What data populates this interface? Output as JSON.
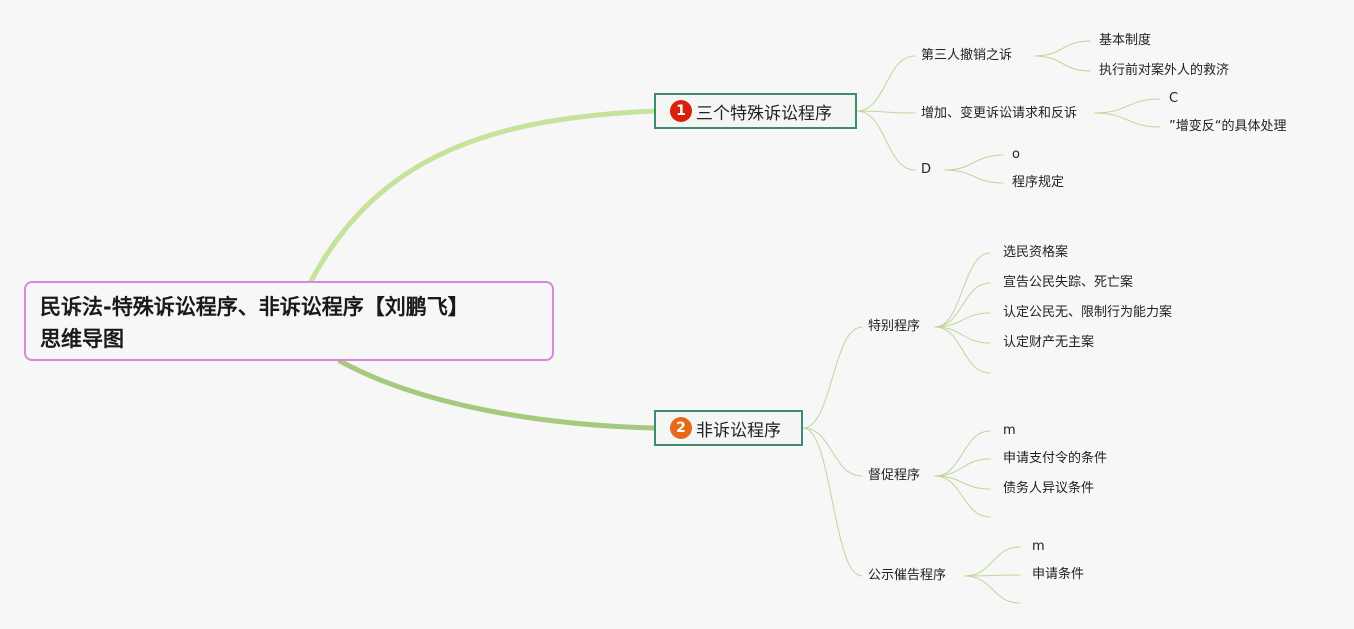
{
  "root": {
    "line1": "民诉法-特殊诉讼程序、非诉讼程序【刘鹏飞】",
    "line2": "思维导图"
  },
  "branches": [
    {
      "number": "1",
      "badge_color": "#d9200f",
      "label": "三个特殊诉讼程序",
      "children": [
        {
          "label": "第三人撤销之诉",
          "children": [
            "基本制度",
            "执行前对案外人的救济"
          ]
        },
        {
          "label": "增加、变更诉讼请求和反诉",
          "children": [
            "C",
            "”增变反“的具体处理"
          ]
        },
        {
          "label": "D",
          "children": [
            "o",
            "程序规定"
          ]
        }
      ]
    },
    {
      "number": "2",
      "badge_color": "#e8681a",
      "label": "非诉讼程序",
      "children": [
        {
          "label": "特别程序",
          "children": [
            "选民资格案",
            "宣告公民失踪、死亡案",
            "认定公民无、限制行为能力案",
            "认定财产无主案",
            ""
          ]
        },
        {
          "label": "督促程序",
          "children": [
            "m",
            "申请支付令的条件",
            "债务人异议条件",
            ""
          ]
        },
        {
          "label": "公示催告程序",
          "children": [
            "m",
            "申请条件",
            ""
          ]
        }
      ]
    }
  ],
  "colors": {
    "branch1_line": "#c5e39a",
    "branch2_line": "#a6c97e",
    "thin_line": "#bcd79a",
    "root_border": "#d48ad9",
    "node_border": "#3f8a73"
  }
}
